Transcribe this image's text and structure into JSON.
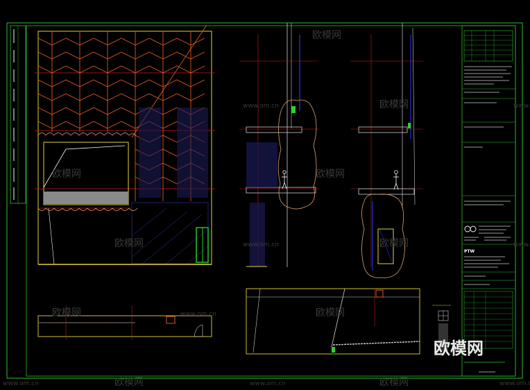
{
  "watermark": {
    "brand": "欧模网",
    "url": "www.om.cn"
  },
  "logo": {
    "text": "欧模网"
  },
  "title_block": {
    "firm": "PTW"
  },
  "colors": {
    "frame": "#2fbf2f",
    "gridline": "#c81e1e",
    "pattern": "#e05a1c",
    "hatch": "#3a3aa8",
    "revision_cloud": "#e0a070",
    "accent_yellow": "#e6d23c",
    "accent_green": "#27d627",
    "glazing_blue": "#2a2ad0",
    "background": "#000000"
  },
  "icons": [
    "human-figure-scale-icon",
    "company-mark-icon"
  ]
}
